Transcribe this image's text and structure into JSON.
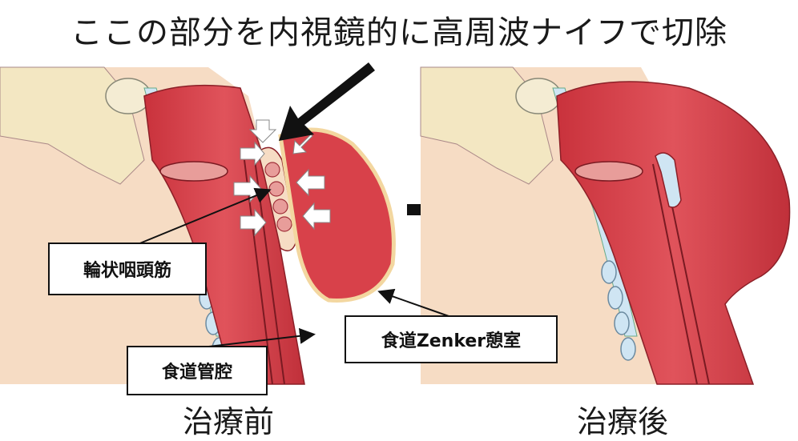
{
  "title": "ここの部分を内視鏡的に高周波ナイフで切除",
  "captions": {
    "before": "治療前",
    "after": "治療後"
  },
  "labels": {
    "muscle": "輪状咽頭筋",
    "lumen": "食道管腔",
    "zenker": "食道Zenker憩室"
  },
  "colors": {
    "muscle_red": "#d8414a",
    "muscle_dark": "#b02a33",
    "tissue_pink": "#e89d9a",
    "skin": "#f6dcc4",
    "bone": "#f3e7c2",
    "cartilage": "#cfe5f3",
    "arrow_black": "#111111"
  }
}
